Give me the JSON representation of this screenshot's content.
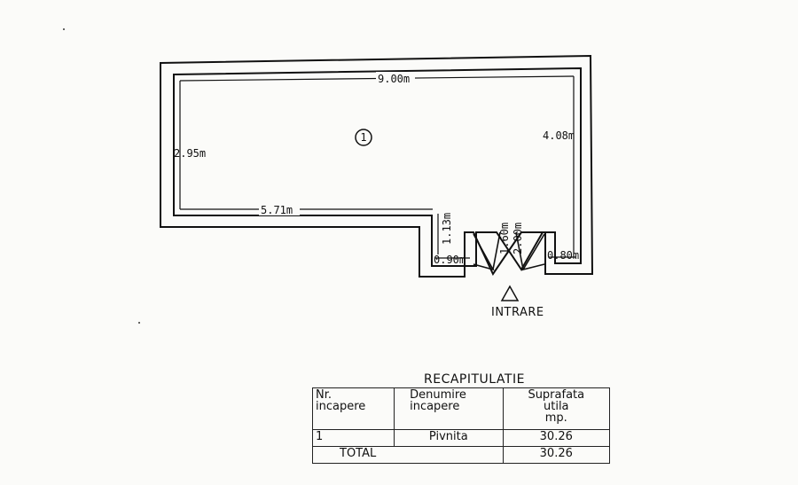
{
  "plan": {
    "room_marker": "1",
    "entrance_label": "INTRARE",
    "dimensions": {
      "top_width": "9.00m",
      "left_height": "2.95m",
      "right_height": "4.08m",
      "bottom_left_width": "5.71m",
      "step_height": "1.13m",
      "step_width": "0.90m",
      "door_inner": "1.60m",
      "door_outer": "2.00m",
      "right_pier": "0.80m"
    }
  },
  "recap": {
    "title": "RECAPITULATIE",
    "headers": {
      "nr_line1": "Nr.",
      "nr_line2": "incapere",
      "name_line1": "Denumire",
      "name_line2": "incapere",
      "area_line1": "Suprafata",
      "area_line2": "utila",
      "area_line3": "mp."
    },
    "rows": [
      {
        "nr": "1",
        "name": "Pivnita",
        "area": "30.26"
      }
    ],
    "total_label": "TOTAL",
    "total_area": "30.26"
  }
}
